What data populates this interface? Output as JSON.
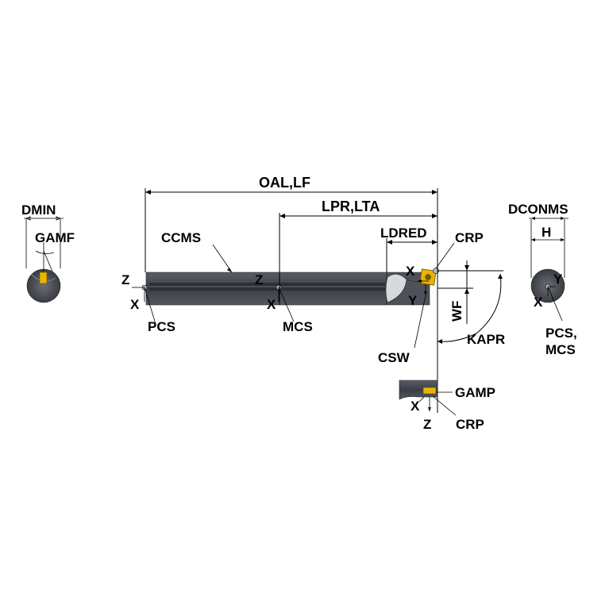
{
  "labels": {
    "oal_lf": "OAL,LF",
    "lpr_lta": "LPR,LTA",
    "ldred": "LDRED",
    "ccms": "CCMS",
    "crp_top": "CRP",
    "dmin": "DMIN",
    "gamf": "GAMF",
    "dconms": "DCONMS",
    "h": "H",
    "z_left": "Z",
    "x_left": "X",
    "pcs_left": "PCS",
    "z_mid": "Z",
    "x_mid": "X",
    "mcs": "MCS",
    "x_tip": "X",
    "y_tip": "Y",
    "wf": "WF",
    "kapr": "KAPR",
    "csw": "CSW",
    "gamp": "GAMP",
    "crp_bottom": "CRP",
    "x_bottom": "X",
    "z_bottom": "Z",
    "y_right": "Y",
    "x_right": "X",
    "pcs_right": "PCS,",
    "mcs_right": "MCS"
  },
  "colors": {
    "tool_body": "#4a4d55",
    "tool_shade": "#2e3036",
    "insert": "#e8b400",
    "line": "#000000"
  }
}
